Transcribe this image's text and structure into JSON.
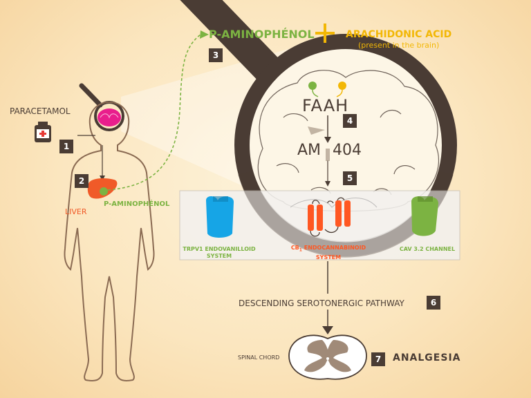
{
  "colors": {
    "background": "#fbe6bf",
    "ring": "#4a3c34",
    "green": "#7cb342",
    "yellow": "#f2b705",
    "orange": "#ff5722",
    "blue": "#16a5e6",
    "liver": "#f05a28",
    "brain": "#e91e8c"
  },
  "labels": {
    "paracetamol": "PARACETAMOL",
    "liver": "LIVER",
    "p_aminophenol_body": "P-AMINOPHÉNOL",
    "p_aminophenol_top": "P-AMINOPHÉNOL",
    "plus": "+",
    "arachidonic": "ARACHIDONIC ACID",
    "arachidonic_sub": "(present in the brain)",
    "faah": "FAAH",
    "am404_a": "AM",
    "am404_b": "404",
    "trpv1": "TRPV1 ENDOVANILLOID\nSYSTEM",
    "cb1_a": "CB",
    "cb1_sub": "1",
    "cb1_b": " ENDOCANNABINOID",
    "cb1_c": "SYSTEM",
    "cav": "CAV 3.2 CHANNEL",
    "serotonergic": "DESCENDING SEROTONERGIC PATHWAY",
    "spinal": "SPINAL CHORD",
    "analgesia": "ANALGESIA"
  },
  "steps": [
    "1",
    "2",
    "3",
    "4",
    "5",
    "6",
    "7"
  ],
  "icons": [
    "medicine-bottle-icon",
    "brain-icon",
    "liver-icon",
    "magnifier-icon",
    "trpv1-receptor-icon",
    "cb1-receptor-icon",
    "cav-channel-icon",
    "spinal-cord-icon"
  ]
}
